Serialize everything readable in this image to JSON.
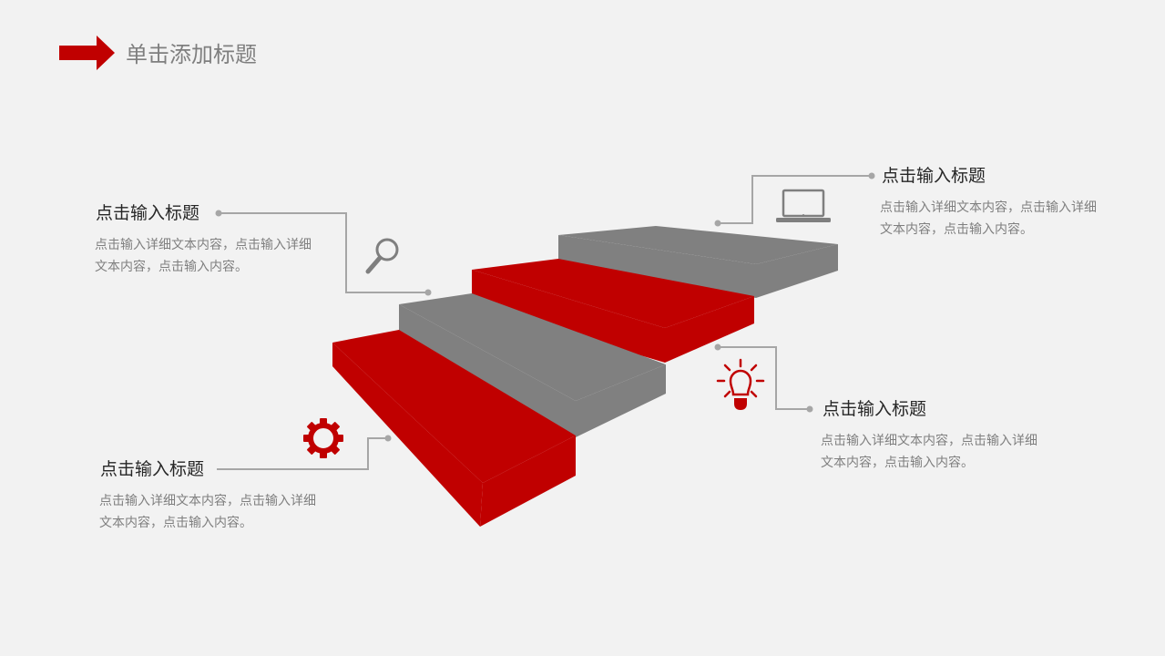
{
  "slide": {
    "title": "单击添加标题",
    "accent_color": "#c00000",
    "gray_color": "#7f7f7f"
  },
  "items": [
    {
      "title": "点击输入标题",
      "desc": "点击输入详细文本内容，点击输入详细文本内容，点击输入内容。",
      "icon": "magnifier-icon"
    },
    {
      "title": "点击输入标题",
      "desc": "点击输入详细文本内容，点击输入详细文本内容，点击输入内容。",
      "icon": "laptop-icon"
    },
    {
      "title": "点击输入标题",
      "desc": "点击输入详细文本内容，点击输入详细文本内容，点击输入内容。",
      "icon": "lightbulb-icon"
    },
    {
      "title": "点击输入标题",
      "desc": "点击输入详细文本内容，点击输入详细文本内容，点击输入内容。",
      "icon": "gear-icon"
    }
  ]
}
